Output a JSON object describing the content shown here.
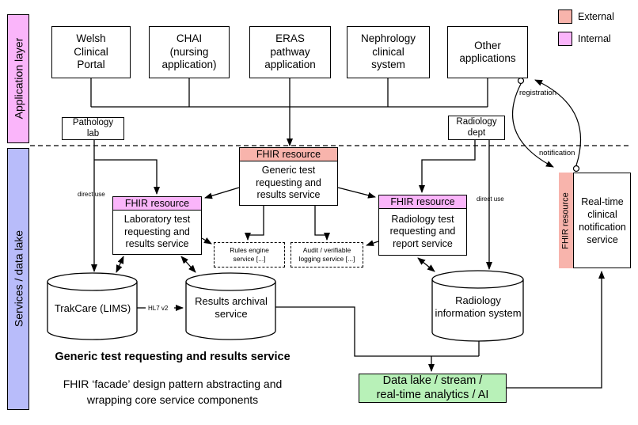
{
  "layers": {
    "application": "Application layer",
    "services": "Services / data lake"
  },
  "legend": {
    "external": "External",
    "internal": "Internal"
  },
  "colors": {
    "external": "#f8b4ac",
    "internal": "#fab5fa",
    "application_layer_strip": "#fab5fa",
    "services_layer_strip": "#b8bcfa",
    "data_lake_green": "#b8f1b8"
  },
  "apps": {
    "welsh": "Welsh\nClinical\nPortal",
    "chai": "CHAI\n(nursing\napplication)",
    "eras": "ERAS\npathway\napplication",
    "nephrology": "Nephrology\nclinical\nsystem",
    "other": "Other\napplications"
  },
  "depts": {
    "pathology": "Pathology\nlab",
    "radiology": "Radiology\ndept"
  },
  "fhir_header": "FHIR resource",
  "services": {
    "generic": "Generic test\nrequesting and\nresults service",
    "laboratory": "Laboratory test\nrequesting and\nresults service",
    "radiology": "Radiology test\nrequesting and\nreport service",
    "rules": "Rules engine\nservice [...]",
    "audit": "Audit / verifiable\nlogging service [...]",
    "realtime": "Real-time\nclinical\nnotification\nservice"
  },
  "datastores": {
    "trakcare": "TrakCare (LIMS)",
    "results_archival": "Results archival\nservice",
    "ris": "Radiology\ninformation system"
  },
  "data_lake": "Data lake / stream /\nreal-time analytics / AI",
  "edge_labels": {
    "direct_use_left": "direct use",
    "direct_use_right": "direct use",
    "hl7": "HL7 v2",
    "registration": "registration",
    "notification": "notification"
  },
  "footer": {
    "title": "Generic test requesting and results service",
    "caption": "FHIR ‘facade’ design pattern abstracting and\nwrapping core service components"
  }
}
